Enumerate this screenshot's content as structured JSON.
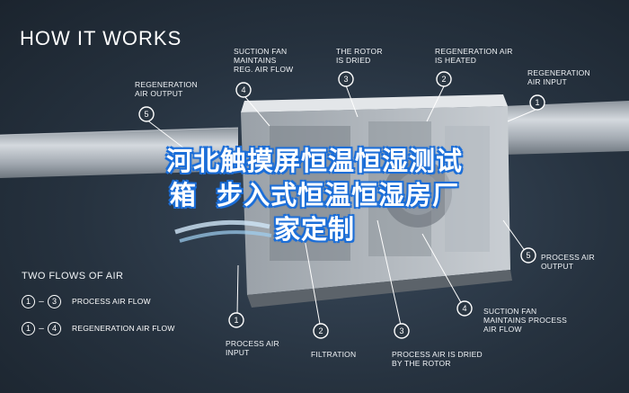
{
  "header": {
    "title": "HOW IT WORKS"
  },
  "legend": {
    "title": "TWO FLOWS OF AIR",
    "rows": [
      {
        "start": "1",
        "end": "3",
        "label": "PROCESS AIR FLOW"
      },
      {
        "start": "1",
        "end": "4",
        "label": "REGENERATION AIR FLOW"
      }
    ]
  },
  "top_labels": [
    {
      "num": "5",
      "text": "REGENERATION\nAIR OUTPUT"
    },
    {
      "num": "4",
      "text": "SUCTION FAN\nMAINTAINS\nREG. AIR FLOW"
    },
    {
      "num": "3",
      "text": "THE ROTOR\nIS DRIED"
    },
    {
      "num": "2",
      "text": "REGENERATION AIR\nIS HEATED"
    },
    {
      "num": "1",
      "text": "REGENERATION\nAIR INPUT"
    }
  ],
  "bottom_labels": [
    {
      "num": "1",
      "text": "PROCESS AIR\nINPUT"
    },
    {
      "num": "2",
      "text": "FILTRATION"
    },
    {
      "num": "3",
      "text": "PROCESS AIR IS DRIED\nBY THE ROTOR"
    },
    {
      "num": "4",
      "text": "SUCTION FAN\nMAINTAINS PROCESS\nAIR FLOW"
    },
    {
      "num": "5",
      "text": "PROCESS AIR\nOUTPUT"
    }
  ],
  "banner": {
    "line1": "河北触摸屏恒温恒湿测试",
    "line2": "箱  步入式恒温恒湿房厂",
    "line3": "家定制"
  },
  "colors": {
    "duct": "#b9c0c7",
    "cabinet": "#d6dade",
    "banner_outline": "#1d6fd8",
    "airflow": "#cfe6f7"
  }
}
